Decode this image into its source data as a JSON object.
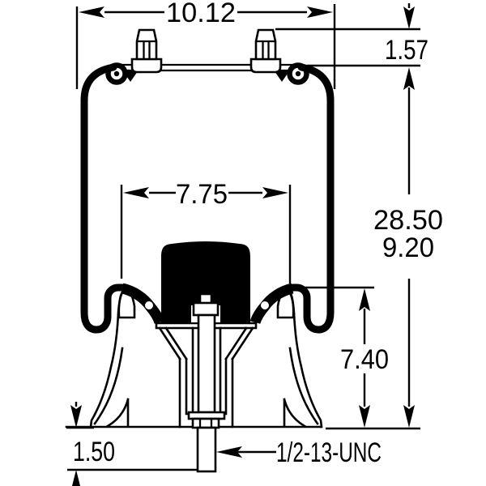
{
  "page": {
    "background": "#ffffff",
    "ink_color": "#000000",
    "description": "Engineering cross-section drawing of an air spring (air bag) suspension assembly with pedestal base and dimension callouts"
  },
  "dims": {
    "top_width": "10.12",
    "stud_height": "1.57",
    "max_height": "28.50",
    "min_height": "9.20",
    "piston_width": "7.75",
    "pedestal_height": "7.40",
    "stud_protrusion": "1.50",
    "thread_spec": "1/2-13-UNC"
  }
}
